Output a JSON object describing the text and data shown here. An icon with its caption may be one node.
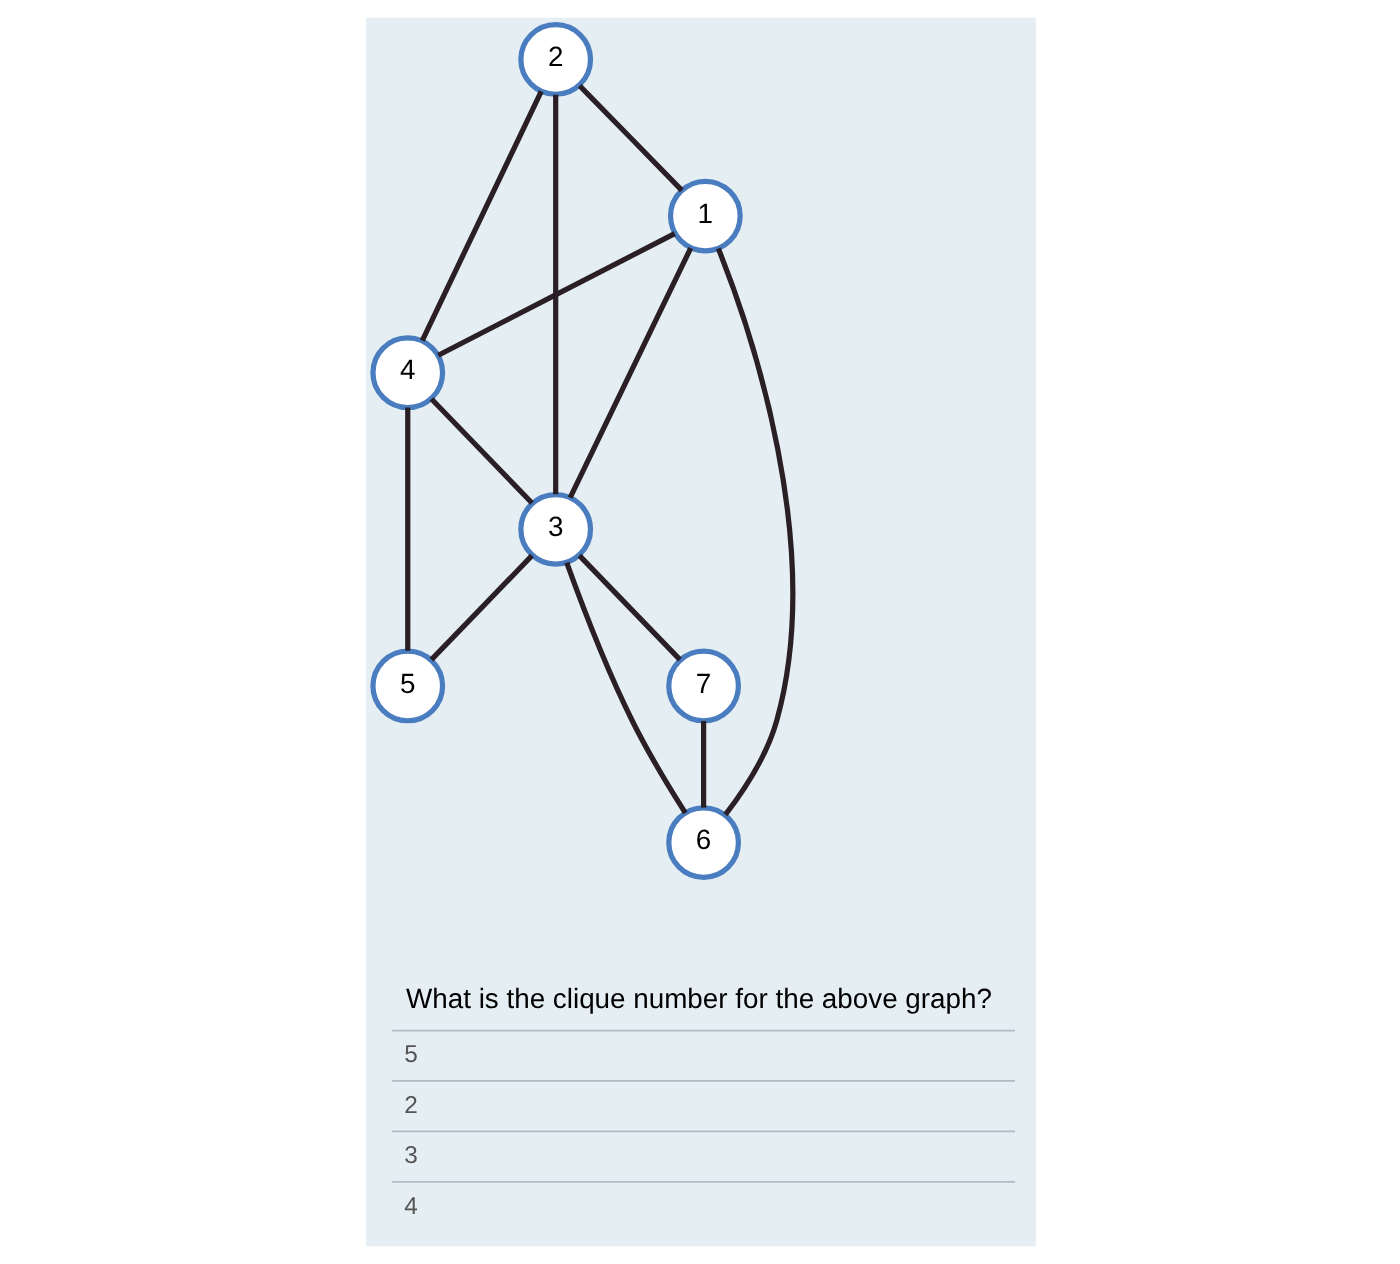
{
  "diagram": {
    "nodes": [
      {
        "text": [
          "1"
        ]
      },
      {
        "text": [
          "2"
        ]
      },
      {
        "text": [
          "3"
        ]
      },
      {
        "text": [
          "4"
        ]
      },
      {
        "text": [
          "5"
        ]
      },
      {
        "text": [
          "6"
        ]
      },
      {
        "text": [
          "7"
        ]
      }
    ],
    "edges": [
      {
        "from": 1,
        "to": 0,
        "arrow": "none"
      },
      {
        "from": 1,
        "to": 3,
        "arrow": "none"
      },
      {
        "from": 1,
        "to": 2,
        "arrow": "none"
      },
      {
        "from": 0,
        "to": 3,
        "arrow": "none"
      },
      {
        "from": 0,
        "to": 2,
        "arrow": "none"
      },
      {
        "from": 0,
        "to": 5,
        "arrow": "none"
      },
      {
        "from": 3,
        "to": 2,
        "arrow": "none"
      },
      {
        "from": 3,
        "to": 4,
        "arrow": "none"
      },
      {
        "from": 2,
        "to": 4,
        "arrow": "none"
      },
      {
        "from": 2,
        "to": 6,
        "arrow": "none"
      },
      {
        "from": 2,
        "to": 5,
        "arrow": "none"
      },
      {
        "from": 6,
        "to": 5,
        "arrow": "none"
      }
    ],
    "labels": [
      "What is the clique number for the above graph?",
      "5",
      "2",
      "3",
      "4"
    ]
  }
}
